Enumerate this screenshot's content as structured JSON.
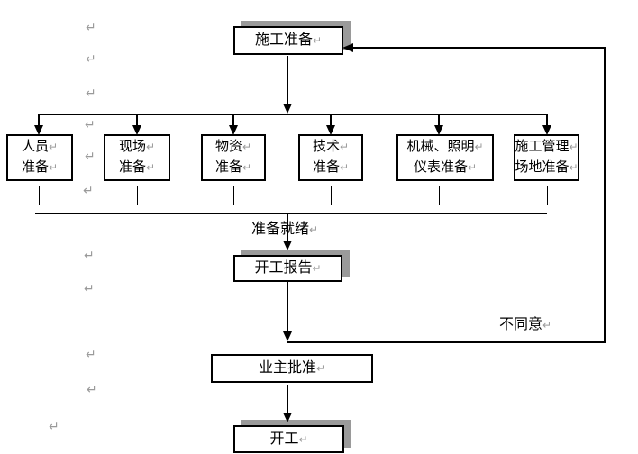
{
  "flowchart": {
    "format_mark_glyph": "↵",
    "colors": {
      "line": "#000000",
      "box_border": "#000000",
      "box_fill": "#ffffff",
      "shadow": "#9a9a9a",
      "format_mark": "#9a9a9a"
    },
    "nodes": {
      "top": "施工准备",
      "prep": [
        {
          "line1": "人员",
          "line2": "准备"
        },
        {
          "line1": "现场",
          "line2": "准备"
        },
        {
          "line1": "物资",
          "line2": "准备"
        },
        {
          "line1": "技术",
          "line2": "准备"
        },
        {
          "line1": "机械、照明",
          "line2": "仪表准备"
        },
        {
          "line1": "施工管理",
          "line2": "场地准备"
        }
      ],
      "report": "开工报告",
      "approve": "业主批准",
      "start": "开工"
    },
    "labels": {
      "ready": "准备就绪",
      "disagree": "不同意"
    }
  }
}
